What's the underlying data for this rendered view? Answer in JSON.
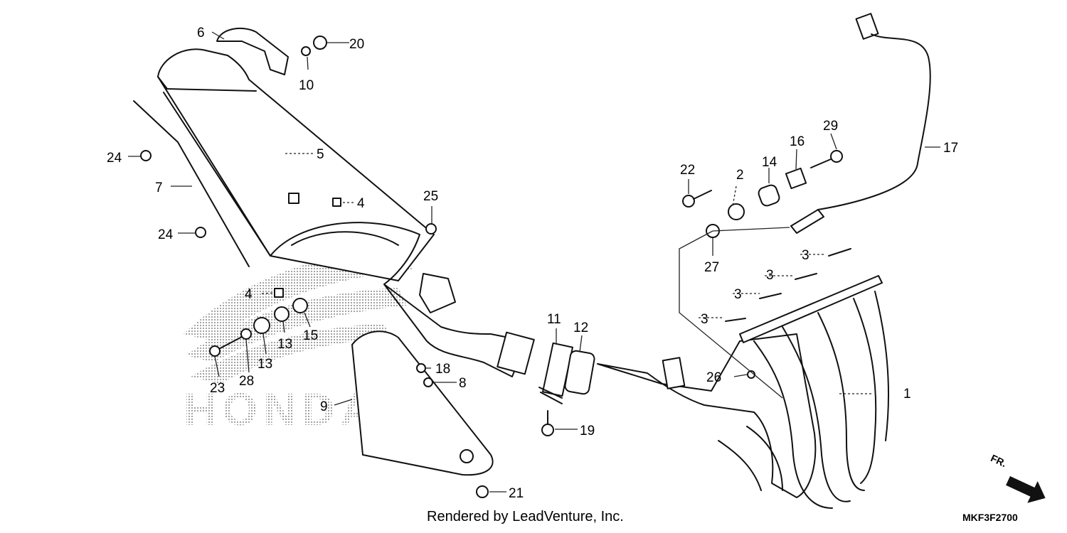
{
  "watermark": {
    "brand": "HONDA"
  },
  "credit": "Rendered by LeadVenture, Inc.",
  "diagram_code": "MKF3F2700",
  "direction_label": "FR.",
  "callouts": [
    {
      "id": "c1",
      "label": "1"
    },
    {
      "id": "c2",
      "label": "2"
    },
    {
      "id": "c3a",
      "label": "3"
    },
    {
      "id": "c3b",
      "label": "3"
    },
    {
      "id": "c3c",
      "label": "3"
    },
    {
      "id": "c3d",
      "label": "3"
    },
    {
      "id": "c4a",
      "label": "4"
    },
    {
      "id": "c4b",
      "label": "4"
    },
    {
      "id": "c5",
      "label": "5"
    },
    {
      "id": "c6",
      "label": "6"
    },
    {
      "id": "c7",
      "label": "7"
    },
    {
      "id": "c8",
      "label": "8"
    },
    {
      "id": "c9",
      "label": "9"
    },
    {
      "id": "c10",
      "label": "10"
    },
    {
      "id": "c11",
      "label": "11"
    },
    {
      "id": "c12",
      "label": "12"
    },
    {
      "id": "c13a",
      "label": "13"
    },
    {
      "id": "c13b",
      "label": "13"
    },
    {
      "id": "c14",
      "label": "14"
    },
    {
      "id": "c15",
      "label": "15"
    },
    {
      "id": "c16",
      "label": "16"
    },
    {
      "id": "c17",
      "label": "17"
    },
    {
      "id": "c18",
      "label": "18"
    },
    {
      "id": "c19",
      "label": "19"
    },
    {
      "id": "c20",
      "label": "20"
    },
    {
      "id": "c21",
      "label": "21"
    },
    {
      "id": "c22",
      "label": "22"
    },
    {
      "id": "c23",
      "label": "23"
    },
    {
      "id": "c24a",
      "label": "24"
    },
    {
      "id": "c24b",
      "label": "24"
    },
    {
      "id": "c25",
      "label": "25"
    },
    {
      "id": "c26",
      "label": "26"
    },
    {
      "id": "c27",
      "label": "27"
    },
    {
      "id": "c28",
      "label": "28"
    },
    {
      "id": "c29",
      "label": "29"
    }
  ]
}
